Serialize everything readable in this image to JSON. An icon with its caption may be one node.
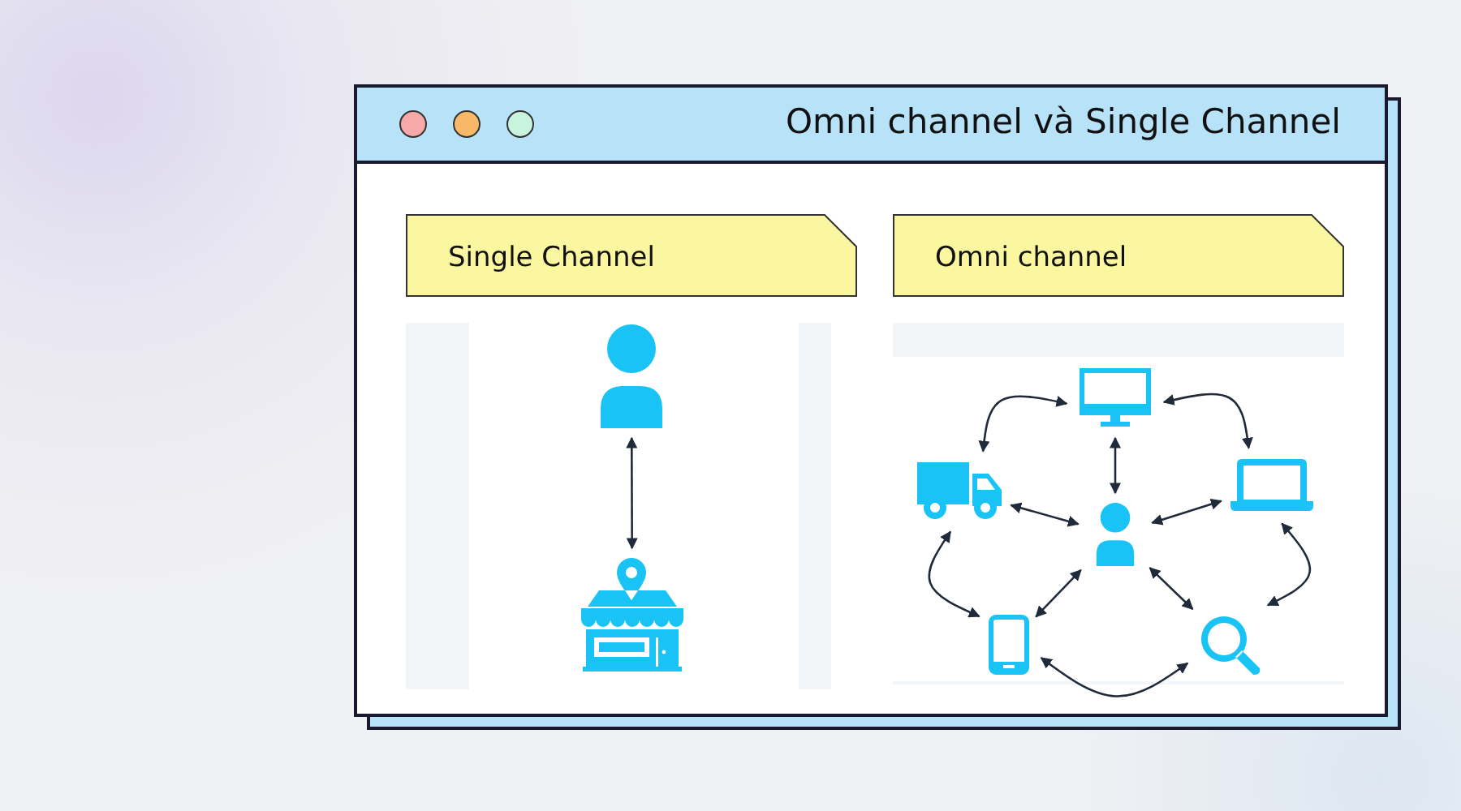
{
  "diagram": {
    "nodes": [
      {
        "text": [
          "Omni channel và Single Channel"
        ]
      },
      {
        "text": [
          "Single Channel"
        ],
        "in": 0
      },
      {
        "text": [
          "Omni channel"
        ],
        "in": 0
      },
      {
        "text": [],
        "shape": "person",
        "in": 0
      },
      {
        "text": [],
        "shape": "picture",
        "in": 0
      },
      {
        "text": [],
        "shape": "picture",
        "in": 0
      },
      {
        "text": [],
        "shape": "picture",
        "in": 0
      },
      {
        "text": [],
        "shape": "picture",
        "in": 0
      },
      {
        "text": [],
        "shape": "person",
        "in": 0
      },
      {
        "text": [],
        "shape": "picture",
        "in": 0
      },
      {
        "text": [],
        "shape": "picture",
        "in": 0
      }
    ],
    "edges": [
      {
        "from": 3,
        "to": 4,
        "arrow": "both"
      },
      {
        "from": 8,
        "to": 5,
        "arrow": "both"
      },
      {
        "from": 8,
        "to": 6,
        "arrow": "both"
      },
      {
        "from": 8,
        "to": 7,
        "arrow": "both"
      },
      {
        "from": 8,
        "to": 9,
        "arrow": "both"
      },
      {
        "from": 8,
        "to": 10,
        "arrow": "both"
      },
      {
        "from": 5,
        "to": 6,
        "arrow": "both"
      },
      {
        "from": 5,
        "to": 7,
        "arrow": "both"
      },
      {
        "from": 7,
        "to": 10,
        "arrow": "both"
      },
      {
        "from": 10,
        "to": 9,
        "arrow": "both"
      },
      {
        "from": 9,
        "to": 6,
        "arrow": "both"
      }
    ]
  }
}
